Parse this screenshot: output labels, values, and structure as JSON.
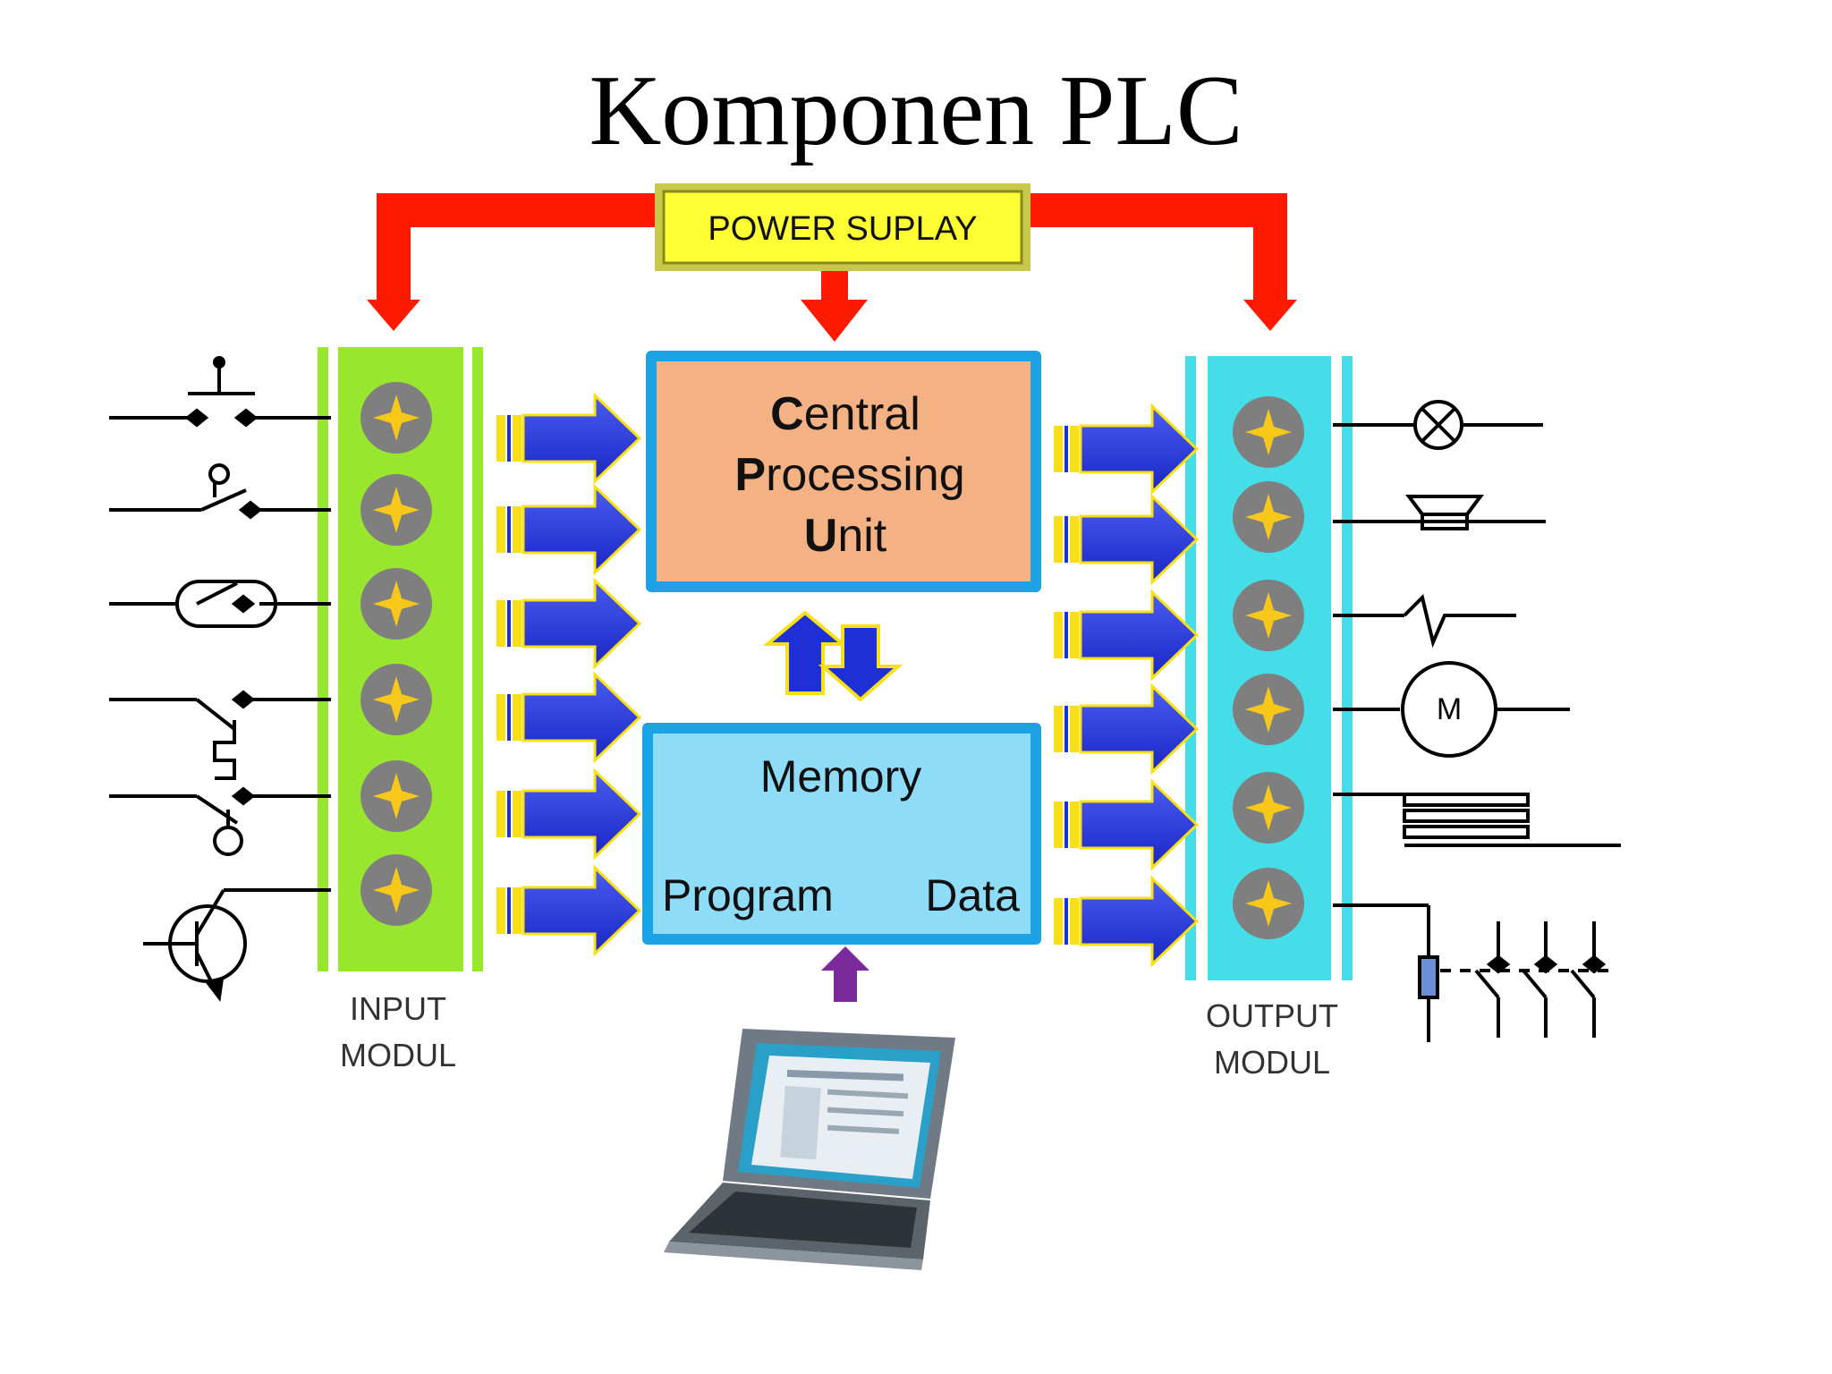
{
  "title": "Komponen PLC",
  "power_supply": {
    "label": "POWER SUPLAY"
  },
  "cpu": {
    "line1_initial": "C",
    "line1_rest": "entral",
    "line2_initial": "P",
    "line2_rest": "rocessing",
    "line3_initial": "U",
    "line3_rest": "nit"
  },
  "memory": {
    "title": "Memory",
    "program": "Program",
    "data": "Data"
  },
  "input_module": {
    "line1": "INPUT",
    "line2": "MODUL"
  },
  "output_module": {
    "line1": "OUTPUT",
    "line2": "MODUL"
  },
  "motor_symbol": {
    "label": "M"
  },
  "colors": {
    "power_arrow": "#ff1a00",
    "power_box": "#ffff33",
    "cpu_fill": "#f4b183",
    "memory_fill": "#8fdcf8",
    "box_border": "#1ca3e6",
    "input_module": "#99e62e",
    "output_module": "#44dde8",
    "signal_arrow": "#1f2fd6",
    "programming_arrow": "#7b2a9c",
    "terminal": "#7f7f7f",
    "terminal_star": "#f7c81a"
  },
  "icons": [
    "input-switch-symbols",
    "output-load-symbols",
    "laptop-icon"
  ]
}
